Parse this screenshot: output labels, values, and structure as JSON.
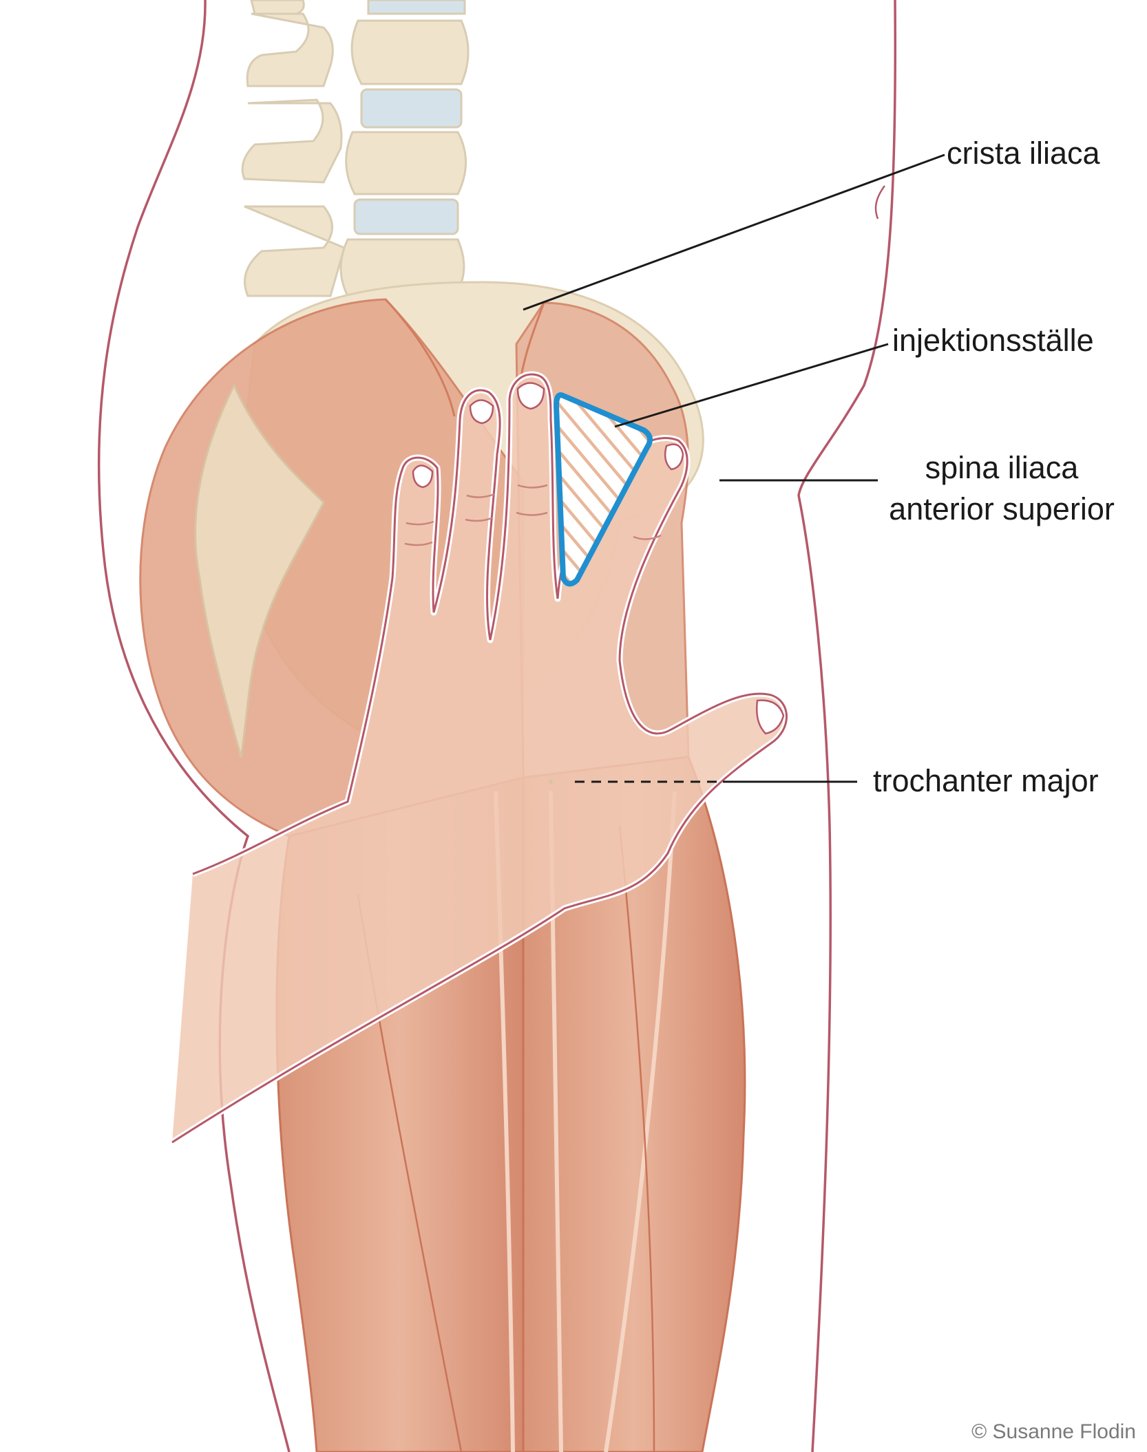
{
  "labels": {
    "crista_iliaca": "crista iliaca",
    "injektionsstalle": "injektionsställe",
    "spina_line1": "spina iliaca",
    "spina_line2": "anterior superior",
    "trochanter_major": "trochanter major"
  },
  "credit": "© Susanne Flodin",
  "colors": {
    "body_outline": "#b5586a",
    "muscle": "#e2a98f",
    "muscle_dark": "#d48a6f",
    "bone": "#efe3cc",
    "disc": "#d5e2ea",
    "hand_fill": "#f1c9b4",
    "injection_outline": "#1f8fd0"
  }
}
